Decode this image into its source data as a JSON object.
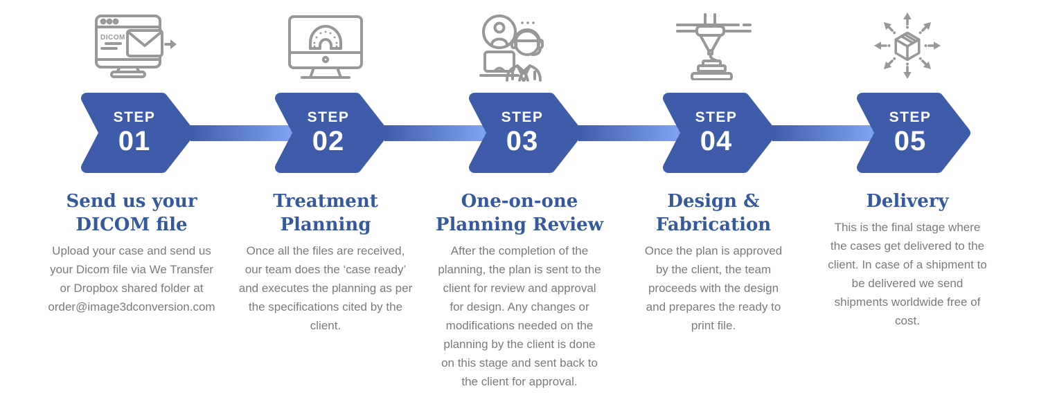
{
  "colors": {
    "chevron_blue": "#3E5CA9",
    "band_light": "#82A5F3",
    "title_blue": "#36599E",
    "text_gray": "#7B7B7B",
    "icon_gray": "#989898",
    "step_text": "#FFFFFF",
    "bg": "#FFFFFF"
  },
  "steps": [
    {
      "step_label": "STEP",
      "number": "01",
      "icon": "dicom-upload-icon",
      "title": "Send us your\nDICOM file",
      "description": "Upload your case and send us\nyour Dicom file via We Transfer\nor Dropbox shared folder at\norder@image3dconversion.com"
    },
    {
      "step_label": "STEP",
      "number": "02",
      "icon": "treatment-planning-icon",
      "title": "Treatment\nPlanning",
      "description": "Once all  the files are received,\nour team does the ‘case ready’\nand executes the planning as per\nthe specifications cited by the\nclient."
    },
    {
      "step_label": "STEP",
      "number": "03",
      "icon": "planning-review-icon",
      "title": "One-on-one\nPlanning Review",
      "description": "After the completion of the\nplanning, the plan is sent to the\nclient for review and approval\nfor design. Any changes or\nmodifications needed on the\nplanning by the client is done\non this stage and sent back to\nthe client for approval."
    },
    {
      "step_label": "STEP",
      "number": "04",
      "icon": "3d-printer-icon",
      "title": "Design &\nFabrication",
      "description": "Once the plan is approved\nby the client, the team\nproceeds with the design\nand prepares the ready to\nprint file."
    },
    {
      "step_label": "STEP",
      "number": "05",
      "icon": "delivery-icon",
      "title": "Delivery",
      "description": "This is the final stage where\nthe cases get delivered to the\nclient. In case of a shipment to\nbe delivered we send\nshipments worldwide free of\ncost."
    }
  ]
}
